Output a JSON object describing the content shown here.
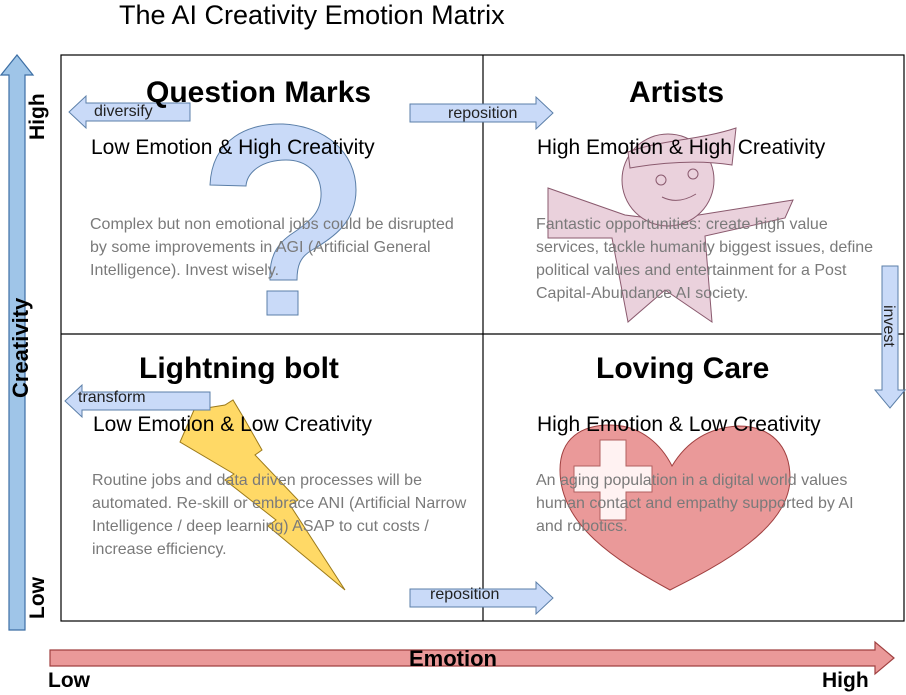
{
  "title": "The AI Creativity Emotion Matrix",
  "axes": {
    "y": {
      "label": "Creativity",
      "high": "High",
      "low": "Low"
    },
    "x": {
      "label": "Emotion",
      "low": "Low",
      "high": "High"
    }
  },
  "quadrants": {
    "question_marks": {
      "title": "Question Marks",
      "subtitle": "Low Emotion & High Creativity",
      "description": "Complex but non emotional jobs could be disrupted by some improvements in AGI (Artificial General Intelligence). Invest wisely."
    },
    "artists": {
      "title": "Artists",
      "subtitle": "High Emotion & High Creativity",
      "description": "Fantastic opportunities: create high value services, tackle humanity biggest issues, define political values and entertainment for a Post Capital-Abundance AI society."
    },
    "lightning_bolt": {
      "title": "Lightning bolt",
      "subtitle": "Low Emotion & Low Creativity",
      "description": "Routine jobs and data driven processes will be automated. Re-skill or embrace ANI (Artificial Narrow Intelligence / deep learning) ASAP to cut costs / increase efficiency."
    },
    "loving_care": {
      "title": "Loving Care",
      "subtitle": "High Emotion & Low Creativity",
      "description": "An aging population in a digital world values human contact and empathy supported by AI and robotics."
    }
  },
  "arrows": {
    "diversify": "diversify",
    "reposition_top": "reposition",
    "invest": "invest",
    "transform": "transform",
    "reposition_bottom": "reposition"
  },
  "colors": {
    "arrow_fill": "#c9daf8",
    "arrow_stroke": "#5b7fa8",
    "emotion_axis": "#ea9999",
    "creativity_axis": "#9fc5e8",
    "question_mark": "#c9daf8",
    "artist_figure": "#ead1dc",
    "lightning": "#ffd966",
    "heart": "#ea9999"
  },
  "icons": [
    "question-mark-icon",
    "artist-figure-icon",
    "lightning-bolt-icon",
    "heart-icon",
    "medical-cross-icon"
  ]
}
